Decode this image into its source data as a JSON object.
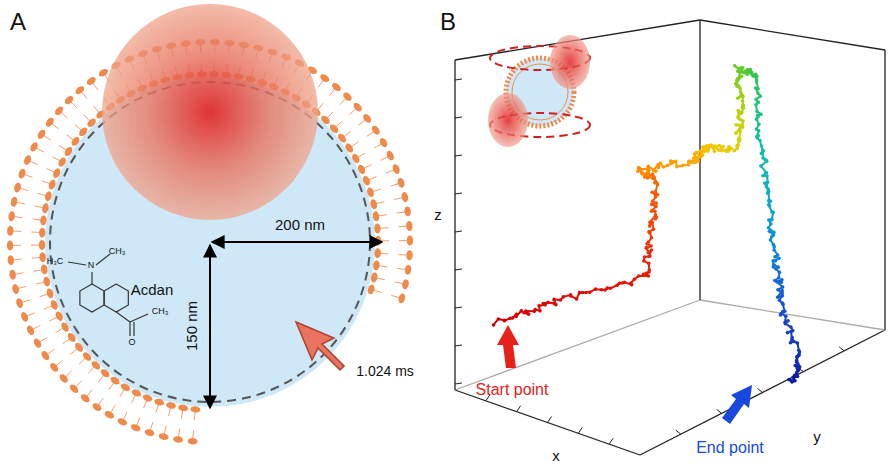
{
  "diagram": {
    "labels": [
      "A",
      "B",
      "H₃C",
      "N",
      "CH₃",
      "Acdan",
      "O",
      "CH₃",
      "200 nm",
      "150 nm",
      "1.024 ms",
      "z",
      "x",
      "y",
      "Start point",
      "End point"
    ]
  }
}
